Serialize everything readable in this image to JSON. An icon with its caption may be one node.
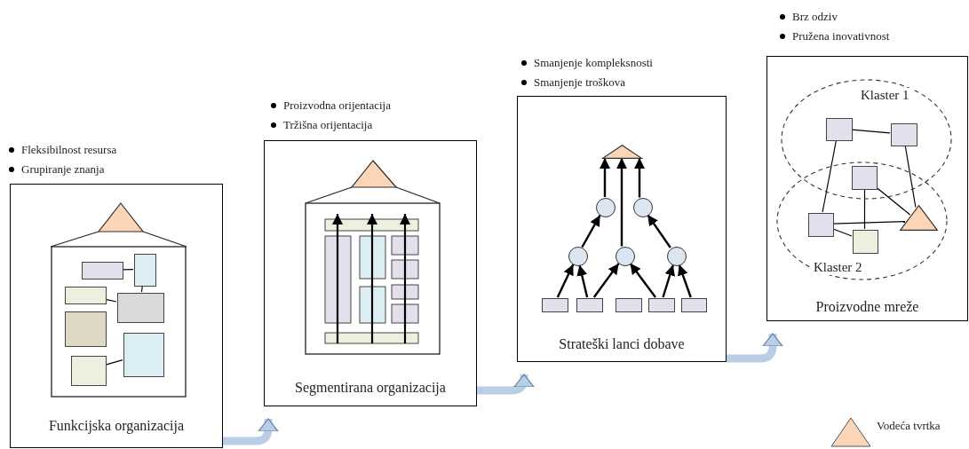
{
  "diagram": {
    "nodes": [
      {
        "text": [
          "Funkcijska organizacija"
        ],
        "beside": [
          "Fleksibilnost resursa",
          "Grupiranje znanja"
        ]
      },
      {
        "text": [],
        "shape": "box",
        "in": 0
      },
      {
        "text": [],
        "shape": "box",
        "in": 0
      },
      {
        "text": [],
        "shape": "box",
        "in": 0
      },
      {
        "text": [],
        "shape": "box",
        "in": 0
      },
      {
        "text": [],
        "shape": "box",
        "in": 0
      },
      {
        "text": [],
        "shape": "box",
        "in": 0
      },
      {
        "text": [],
        "shape": "box",
        "in": 0
      },
      {
        "text": [
          "Segmentirana organizacija"
        ],
        "beside": [
          "Proizvodna orijentacija",
          "Tržišna orijentacija"
        ]
      },
      {
        "text": [
          "Strateški lanci dobave"
        ],
        "beside": [
          "Smanjenje kompleksnosti",
          "Smanjenje troškova"
        ]
      },
      {
        "text": [],
        "shape": "triangle",
        "in": 9
      },
      {
        "text": [],
        "shape": "circle",
        "in": 9
      },
      {
        "text": [],
        "shape": "circle",
        "in": 9
      },
      {
        "text": [],
        "shape": "circle",
        "in": 9
      },
      {
        "text": [],
        "shape": "circle",
        "in": 9
      },
      {
        "text": [],
        "shape": "circle",
        "in": 9
      },
      {
        "text": [],
        "shape": "box",
        "in": 9
      },
      {
        "text": [],
        "shape": "box",
        "in": 9
      },
      {
        "text": [],
        "shape": "box",
        "in": 9
      },
      {
        "text": [],
        "shape": "box",
        "in": 9
      },
      {
        "text": [],
        "shape": "box",
        "in": 9
      },
      {
        "text": [
          "Proizvodne mreže"
        ],
        "beside": [
          "Brz odziv",
          "Pružena inovativnost"
        ]
      },
      {
        "text": [
          "Klaster 1"
        ],
        "in": 21
      },
      {
        "text": [
          "Klaster 2"
        ],
        "in": 21
      },
      {
        "text": [],
        "shape": "box",
        "in": 22
      },
      {
        "text": [],
        "shape": "box",
        "in": 22
      },
      {
        "text": [],
        "shape": "box"
      },
      {
        "text": [],
        "shape": "box",
        "in": 23
      },
      {
        "text": [],
        "shape": "box",
        "in": 23
      },
      {
        "text": [],
        "shape": "triangle",
        "in": 23
      }
    ],
    "edges": [
      {
        "from": 1,
        "to": 2,
        "arrow": "none"
      },
      {
        "from": 2,
        "to": 4,
        "arrow": "none"
      },
      {
        "from": 3,
        "to": 4,
        "arrow": "none"
      },
      {
        "from": 7,
        "to": 6,
        "arrow": "none"
      },
      {
        "from": 0,
        "to": 8,
        "arrow": "to",
        "style": "thick",
        "color": "#b9cde5"
      },
      {
        "from": 8,
        "to": 9,
        "arrow": "to",
        "style": "thick",
        "color": "#b9cde5"
      },
      {
        "from": 9,
        "to": 21,
        "arrow": "to",
        "style": "thick",
        "color": "#b9cde5"
      },
      {
        "from": 16,
        "to": 13,
        "arrow": "to"
      },
      {
        "from": 17,
        "to": 13,
        "arrow": "to"
      },
      {
        "from": 17,
        "to": 14,
        "arrow": "to"
      },
      {
        "from": 19,
        "to": 14,
        "arrow": "to"
      },
      {
        "from": 19,
        "to": 15,
        "arrow": "to"
      },
      {
        "from": 20,
        "to": 15,
        "arrow": "to"
      },
      {
        "from": 13,
        "to": 11,
        "arrow": "to"
      },
      {
        "from": 15,
        "to": 12,
        "arrow": "to"
      },
      {
        "from": 14,
        "to": 10,
        "arrow": "to"
      },
      {
        "from": 11,
        "to": 10,
        "arrow": "to"
      },
      {
        "from": 12,
        "to": 10,
        "arrow": "to"
      },
      {
        "from": 24,
        "to": 25,
        "arrow": "none"
      },
      {
        "from": 24,
        "to": 27,
        "arrow": "none"
      },
      {
        "from": 25,
        "to": 29,
        "arrow": "none"
      },
      {
        "from": 26,
        "to": 29,
        "arrow": "none"
      },
      {
        "from": 26,
        "to": 28,
        "arrow": "none"
      },
      {
        "from": 27,
        "to": 29,
        "arrow": "none"
      },
      {
        "from": 27,
        "to": 28,
        "arrow": "none"
      }
    ],
    "legend": [
      {
        "text": "Vodeća tvrtka"
      }
    ]
  }
}
